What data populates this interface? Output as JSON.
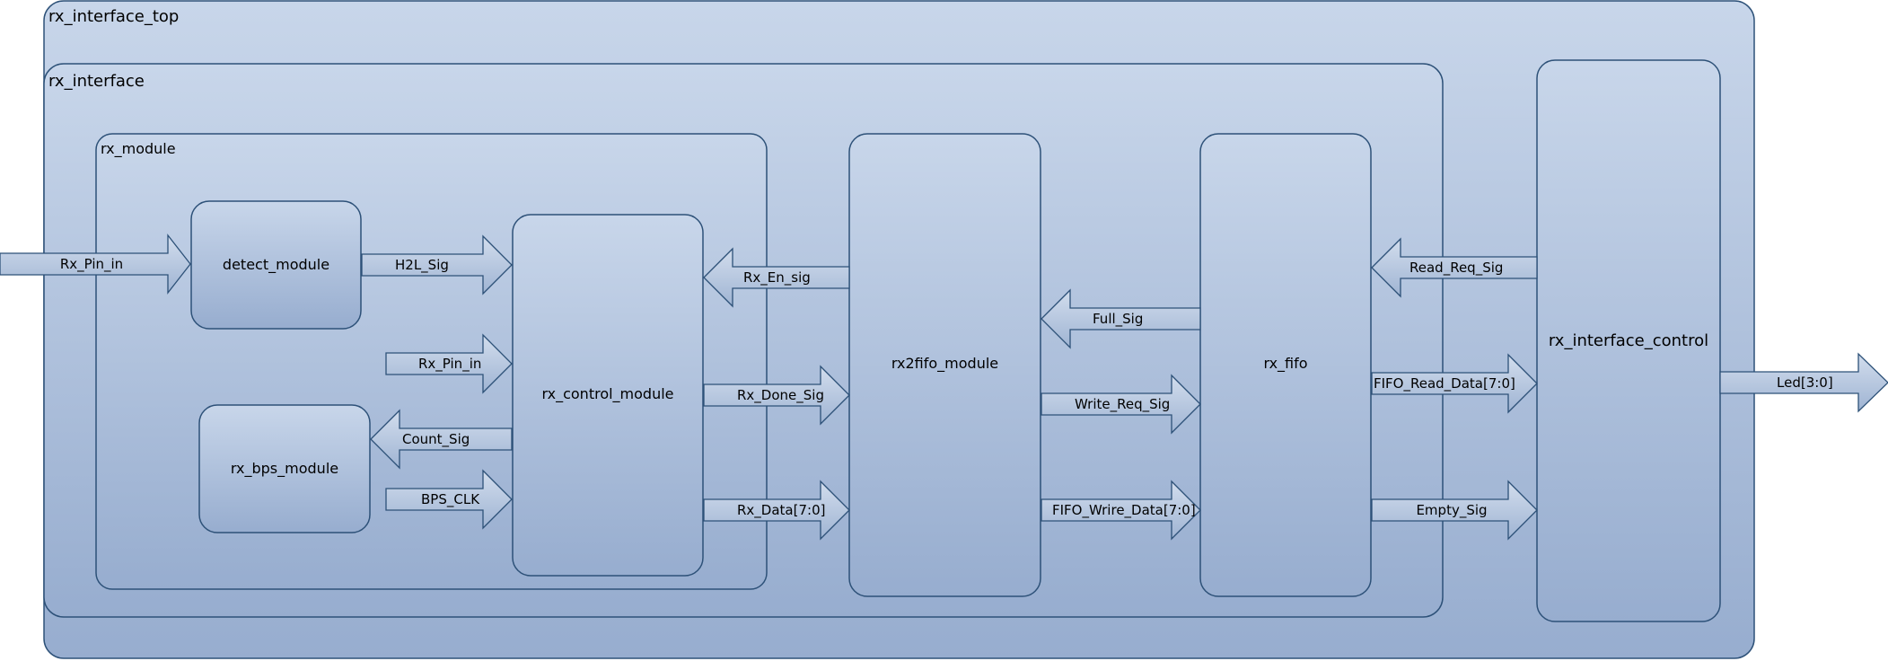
{
  "containers": {
    "top": {
      "label": "rx_interface_top"
    },
    "iface": {
      "label": "rx_interface"
    },
    "rxmod": {
      "label": "rx_module"
    }
  },
  "modules": {
    "detect": {
      "label": "detect_module"
    },
    "bps": {
      "label": "rx_bps_module"
    },
    "control": {
      "label": "rx_control_module"
    },
    "rx2fifo": {
      "label": "rx2fifo_module"
    },
    "fifo": {
      "label": "rx_fifo"
    },
    "iface_control": {
      "label": "rx_interface_control"
    }
  },
  "signals": {
    "rx_pin_in_ext": "Rx_Pin_in",
    "h2l_sig": "H2L_Sig",
    "rx_pin_in_int": "Rx_Pin_in",
    "count_sig": "Count_Sig",
    "bps_clk": "BPS_CLK",
    "rx_en_sig": "Rx_En_sig",
    "rx_done_sig": "Rx_Done_Sig",
    "rx_data": "Rx_Data[7:0]",
    "full_sig": "Full_Sig",
    "write_req_sig": "Write_Req_Sig",
    "fifo_write_data": "FIFO_Wrire_Data[7:0]",
    "read_req_sig": "Read_Req_Sig",
    "fifo_read_data": "FIFO_Read_Data[7:0]",
    "empty_sig": "Empty_Sig",
    "led": "Led[3:0]"
  },
  "colors": {
    "fill_light": "#c5d4e8",
    "fill_dark": "#95acce",
    "stroke": "#2d5178"
  }
}
